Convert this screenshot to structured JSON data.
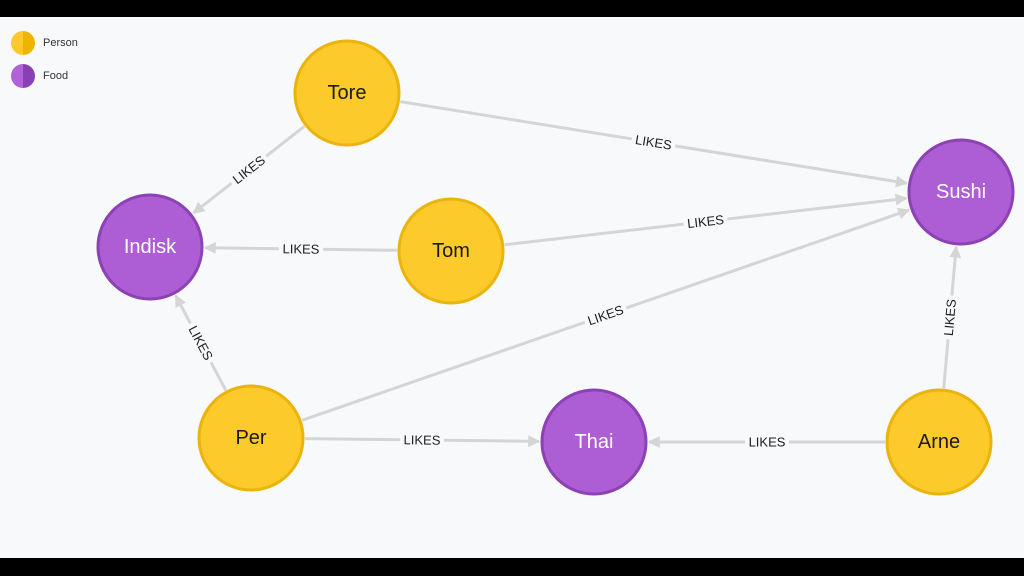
{
  "legend": [
    {
      "label": "Person",
      "fill": "#ffc929",
      "stroke": "#f0b400"
    },
    {
      "label": "Food",
      "fill": "#b261d9",
      "stroke": "#8a40b5"
    }
  ],
  "styles": {
    "Person": {
      "fill": "#fdca2b",
      "stroke": "#eab40c",
      "text": "#1a1a1a"
    },
    "Food": {
      "fill": "#ad5ed5",
      "stroke": "#8c41b4",
      "text": "#ffffff"
    }
  },
  "nodes": [
    {
      "id": "tore",
      "label": "Tore",
      "type": "Person"
    },
    {
      "id": "tom",
      "label": "Tom",
      "type": "Person"
    },
    {
      "id": "per",
      "label": "Per",
      "type": "Person"
    },
    {
      "id": "arne",
      "label": "Arne",
      "type": "Person"
    },
    {
      "id": "indisk",
      "label": "Indisk",
      "type": "Food"
    },
    {
      "id": "sushi",
      "label": "Sushi",
      "type": "Food"
    },
    {
      "id": "thai",
      "label": "Thai",
      "type": "Food"
    }
  ],
  "relationships": [
    {
      "from": "tore",
      "to": "indisk",
      "label": "LIKES"
    },
    {
      "from": "tore",
      "to": "sushi",
      "label": "LIKES"
    },
    {
      "from": "tom",
      "to": "indisk",
      "label": "LIKES"
    },
    {
      "from": "tom",
      "to": "sushi",
      "label": "LIKES"
    },
    {
      "from": "per",
      "to": "indisk",
      "label": "LIKES"
    },
    {
      "from": "per",
      "to": "sushi",
      "label": "LIKES"
    },
    {
      "from": "per",
      "to": "thai",
      "label": "LIKES"
    },
    {
      "from": "arne",
      "to": "thai",
      "label": "LIKES"
    },
    {
      "from": "arne",
      "to": "sushi",
      "label": "LIKES"
    }
  ]
}
